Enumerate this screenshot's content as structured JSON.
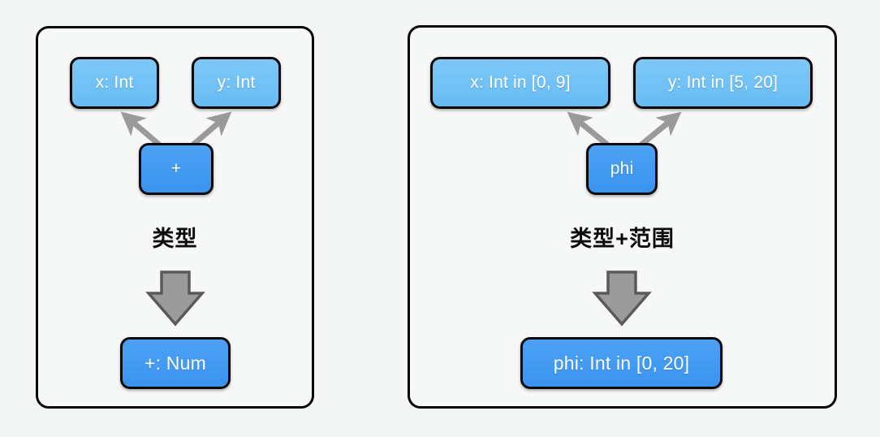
{
  "background_color": "#f4f5f5",
  "colors": {
    "panel_fill": "#f6f7f7",
    "panel_border": "#080808",
    "node_light_blue": "#6cc0f5",
    "node_dark_blue": "#3d9af0",
    "node_border": "#0a0a0a",
    "node_text": "#ffffff",
    "edge_arrow": "#9a9a9a",
    "block_arrow_fill": "#9b9b9b",
    "block_arrow_border": "#5a5a5a",
    "caption_text": "#0b0b0b"
  },
  "panels": [
    {
      "id": "type-panel",
      "caption": "类型",
      "nodes": {
        "left_operand": "x: Int",
        "right_operand": "y: Int",
        "operator": "+",
        "result": "+: Num"
      },
      "edges": [
        {
          "from": "operator",
          "to": "left_operand",
          "style": "arrow-up-left"
        },
        {
          "from": "operator",
          "to": "right_operand",
          "style": "arrow-up-right"
        }
      ],
      "transition_arrow": "down-block-arrow"
    },
    {
      "id": "type-range-panel",
      "caption": "类型+范围",
      "nodes": {
        "left_operand": "x: Int in [0, 9]",
        "right_operand": "y: Int in [5, 20]",
        "operator": "phi",
        "result": "phi: Int in [0, 20]"
      },
      "edges": [
        {
          "from": "operator",
          "to": "left_operand",
          "style": "arrow-up-left"
        },
        {
          "from": "operator",
          "to": "right_operand",
          "style": "arrow-up-right"
        }
      ],
      "transition_arrow": "down-block-arrow"
    }
  ]
}
